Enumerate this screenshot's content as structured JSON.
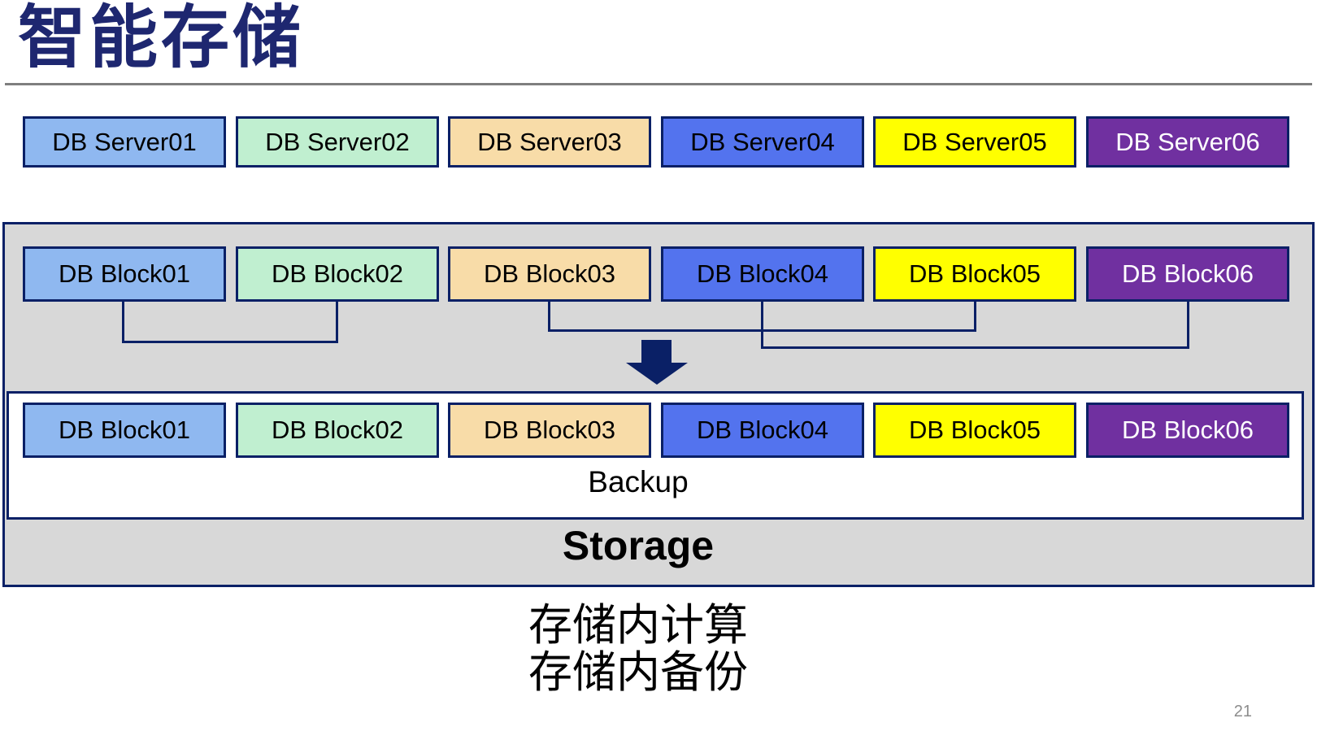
{
  "slide": {
    "title": "智能存储",
    "page_number": "21"
  },
  "colors": {
    "navy": "#0A2066",
    "title_navy": "#1E2770",
    "container_gray": "#D8D8D8",
    "rule_gray": "#7F7F7F",
    "page_number_gray": "#8C8C8C"
  },
  "servers": [
    {
      "label": "DB Server01",
      "fill": "#8FB8F0",
      "text_color": "#000000"
    },
    {
      "label": "DB Server02",
      "fill": "#C0EFD0",
      "text_color": "#000000"
    },
    {
      "label": "DB Server03",
      "fill": "#F8DCA8",
      "text_color": "#000000"
    },
    {
      "label": "DB Server04",
      "fill": "#5373EE",
      "text_color": "#000000"
    },
    {
      "label": "DB Server05",
      "fill": "#FFFF00",
      "text_color": "#000000"
    },
    {
      "label": "DB Server06",
      "fill": "#7030A0",
      "text_color": "#FFFFFF"
    }
  ],
  "blocks": [
    {
      "label": "DB Block01",
      "fill": "#8FB8F0",
      "text_color": "#000000"
    },
    {
      "label": "DB Block02",
      "fill": "#C0EFD0",
      "text_color": "#000000"
    },
    {
      "label": "DB Block03",
      "fill": "#F8DCA8",
      "text_color": "#000000"
    },
    {
      "label": "DB Block04",
      "fill": "#5373EE",
      "text_color": "#000000"
    },
    {
      "label": "DB Block05",
      "fill": "#FFFF00",
      "text_color": "#000000"
    },
    {
      "label": "DB Block06",
      "fill": "#7030A0",
      "text_color": "#FFFFFF"
    }
  ],
  "storage": {
    "backup_label": "Backup",
    "storage_label": "Storage"
  },
  "captions": {
    "line1": "存储内计算",
    "line2": "存储内备份"
  }
}
